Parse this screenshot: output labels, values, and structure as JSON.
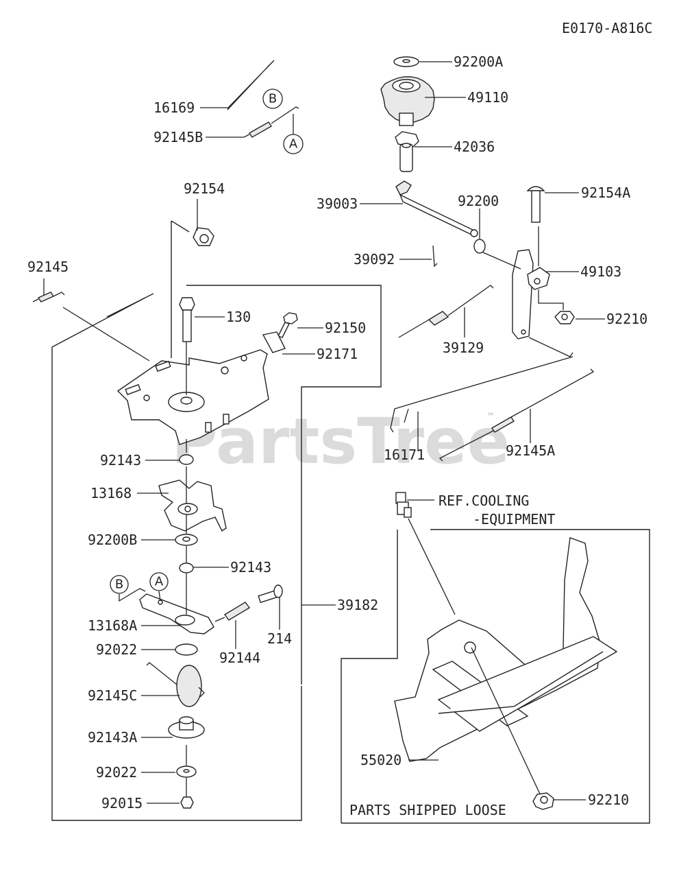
{
  "diagram_code": "E0170-A816C",
  "watermark": "PartsTree",
  "watermark_tm": "™",
  "callouts": {
    "p92200A": "92200A",
    "p49110": "49110",
    "p42036": "42036",
    "p16169": "16169",
    "p92145B": "92145B",
    "p92154": "92154",
    "p39003": "39003",
    "p92200": "92200",
    "p92154A": "92154A",
    "p39092": "39092",
    "p49103": "49103",
    "p92145": "92145",
    "p130": "130",
    "p92150": "92150",
    "p92171": "92171",
    "p92210a": "92210",
    "p39129": "39129",
    "p16171": "16171",
    "p92145A": "92145A",
    "p92143a": "92143",
    "p13168": "13168",
    "p92200B": "92200B",
    "p92143b": "92143",
    "p13168A": "13168A",
    "p39182": "39182",
    "p214": "214",
    "p92022a": "92022",
    "p92144": "92144",
    "p92145C": "92145C",
    "p92143A": "92143A",
    "p92022b": "92022",
    "p92015": "92015",
    "p55020": "55020",
    "p92210b": "92210"
  },
  "ref_note": {
    "line1": "REF.COOLING",
    "line2": "-EQUIPMENT"
  },
  "loose_note": "PARTS SHIPPED LOOSE",
  "markers": {
    "A": "A",
    "B": "B"
  }
}
